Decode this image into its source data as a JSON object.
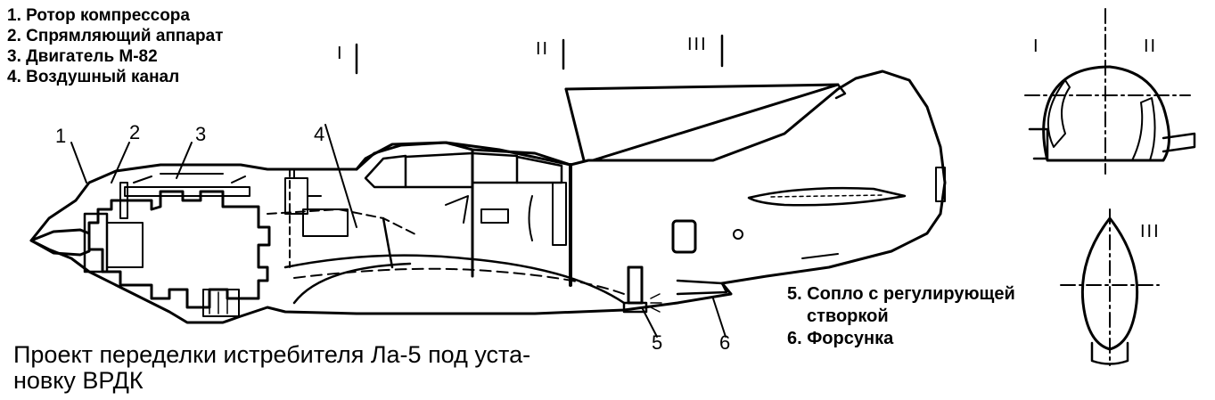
{
  "legend_top": [
    "1. Ротор компрессора",
    "2. Спрямляющий аппарат",
    "3. Двигатель М-82",
    "4. Воздушный канал"
  ],
  "legend_bottom": [
    "5. Сопло с регулирующей",
    "створкой",
    "6. Форсунка"
  ],
  "callouts": [
    "1",
    "2",
    "3",
    "4",
    "5",
    "6"
  ],
  "sections": [
    "I",
    "II",
    "III"
  ],
  "cross_section_labels": [
    "I",
    "II",
    "III"
  ],
  "caption": [
    "Проект переделки истребителя Ла-5 под уста-",
    "новку ВРДК"
  ],
  "colors": {
    "ink": "#000000",
    "paper": "#ffffff"
  }
}
